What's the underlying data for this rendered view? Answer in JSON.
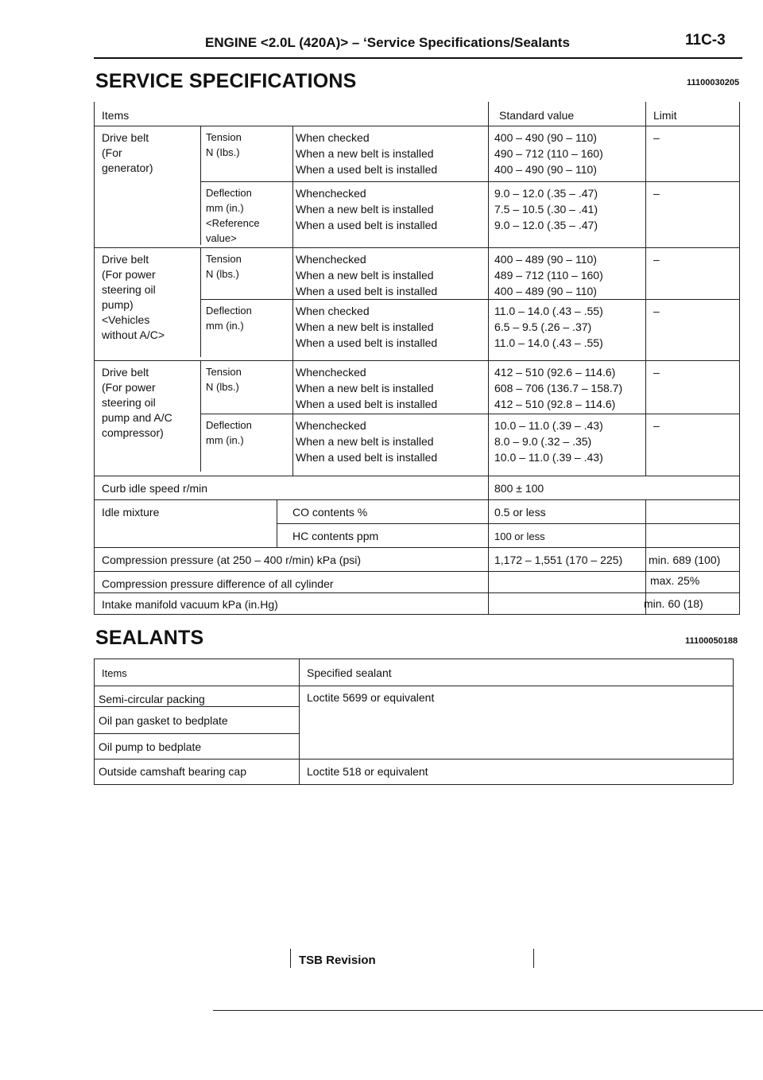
{
  "header": {
    "title": "ENGINE <2.0L (420A)> – ‘Service Specifications/Sealants",
    "page_code": "11C-3"
  },
  "service_specifications": {
    "title": "SERVICE SPECIFICATIONS",
    "ref_code": "11100030205",
    "col_headers": {
      "items": "Items",
      "standard": "Standard value",
      "limit": "Limit"
    },
    "blocks": [
      {
        "item": [
          "Drive belt",
          "(For",
          "generator)"
        ],
        "groups": [
          {
            "label": [
              "Tension",
              "N (Ibs.)"
            ],
            "rows": [
              {
                "cond": "When checked",
                "std": "400 – 490 (90 – 110)",
                "limit": "–"
              },
              {
                "cond": "When a new belt is installed",
                "std": "490 – 712 (110 – 160)",
                "limit": ""
              },
              {
                "cond": "When a used belt is installed",
                "std": "400 – 490 (90 – 110)",
                "limit": ""
              }
            ]
          },
          {
            "label": [
              "Deflection",
              "mm  (in.)",
              "<Reference",
              "value>"
            ],
            "rows": [
              {
                "cond": "Whenchecked",
                "std": "9.0 – 12.0 (.35 – .47)",
                "limit": "–"
              },
              {
                "cond": "When a new belt is installed",
                "std": "7.5 – 10.5 (.30 – .41)",
                "limit": ""
              },
              {
                "cond": "When a used belt is installed",
                "std": "9.0 – 12.0 (.35 – .47)",
                "limit": ""
              }
            ]
          }
        ]
      },
      {
        "item": [
          "Drive belt",
          "(For power",
          "steering oil",
          "pump)",
          "<Vehicles",
          "without A/C>"
        ],
        "groups": [
          {
            "label": [
              "Tension",
              "N (lbs.)"
            ],
            "rows": [
              {
                "cond": "Whenchecked",
                "std": "400 – 489 (90 – 110)",
                "limit": "–"
              },
              {
                "cond": "When a new belt is installed",
                "std": "489 – 712 (110 – 160)",
                "limit": ""
              },
              {
                "cond": "When a used belt is installed",
                "std": "400 – 489 (90 – 110)",
                "limit": ""
              }
            ]
          },
          {
            "label": [
              "Deflection",
              "mm  (in.)"
            ],
            "rows": [
              {
                "cond": "When  checked",
                "std": "11.0 – 14.0 (.43 – .55)",
                "limit": "–"
              },
              {
                "cond": "When a new belt is installed",
                "std": "6.5 – 9.5 (.26 – .37)",
                "limit": ""
              },
              {
                "cond": "When a used belt is installed",
                "std": "11.0 – 14.0 (.43 – .55)",
                "limit": ""
              }
            ]
          }
        ]
      },
      {
        "item": [
          "Drive belt",
          "(For power",
          "steering  oil",
          "pump and A/C",
          "compressor)"
        ],
        "groups": [
          {
            "label": [
              "Tension",
              "N (lbs.)"
            ],
            "rows": [
              {
                "cond": "Whenchecked",
                "std": "412 – 510 (92.6 – 114.6)",
                "limit": "–"
              },
              {
                "cond": "When a new belt is installed",
                "std": "608 – 706 (136.7 – 158.7)",
                "limit": ""
              },
              {
                "cond": "When a used belt is installed",
                "std": "412 – 510 (92.8 – 114.6)",
                "limit": ""
              }
            ]
          },
          {
            "label": [
              "Deflection",
              "mm  (in.)"
            ],
            "rows": [
              {
                "cond": "Whenchecked",
                "std": "10.0 – 11.0 (.39 – .43)",
                "limit": "–"
              },
              {
                "cond": "When a new belt is installed",
                "std": "8.0 – 9.0 (.32 – .35)",
                "limit": ""
              },
              {
                "cond": "When a used belt is installed",
                "std": "10.0 – 11.0 (.39 – .43)",
                "limit": ""
              }
            ]
          }
        ]
      }
    ],
    "curb_idle": {
      "item": "Curb  idle  speed  r/min",
      "std": "800 ± 100",
      "limit": ""
    },
    "idle_mixture": {
      "item": "Idle  mixture",
      "rows": [
        {
          "cond": "CO  contents  %",
          "std": "0.5  or  less",
          "limit": ""
        },
        {
          "cond": "HC  contents  ppm",
          "std": "100  or  less",
          "limit": ""
        }
      ]
    },
    "compression": {
      "item": "Compression  pressure  (at 250 – 400  r/min)  kPa  (psi)",
      "std": "1,172 – 1,551  (170 – 225)",
      "limit": "min. 689 (100)"
    },
    "compression_diff": {
      "item": "Compression  pressure  difference  of  all  cylinder",
      "std": "",
      "limit": "max. 25%"
    },
    "intake_vacuum": {
      "item": "Intake  manifold  vacuum  kPa (in.Hg)",
      "std": "",
      "limit": "min.  60  (18)"
    }
  },
  "sealants": {
    "title": "SEALANTS",
    "ref_code": "11100050188",
    "col_headers": {
      "items": "Items",
      "sealant": "Specified  sealant"
    },
    "rows": [
      {
        "item": "Semi-circular  packing",
        "sealant": "Loctite  5699  or  equivalent"
      },
      {
        "item": "Oil  pan  gasket  to  bedplate",
        "sealant": ""
      },
      {
        "item": "Oil  pump  to  bedplate",
        "sealant": ""
      },
      {
        "item": "Outside  camshaft  bearing  cap",
        "sealant": "Loctite  518  or  equivalent"
      }
    ]
  },
  "footer": {
    "tsb_label": "TSB  Revision"
  }
}
